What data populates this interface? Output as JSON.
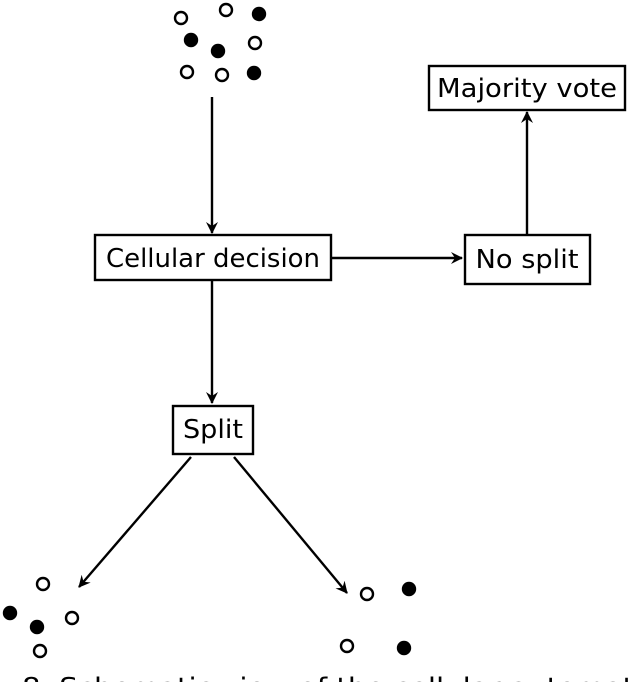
{
  "nodes": {
    "cellular_decision": "Cellular decision",
    "no_split": "No split",
    "majority_vote": "Majority vote",
    "split": "Split"
  },
  "caption_fragment": "8. Schematic view of the cellular automat"
}
